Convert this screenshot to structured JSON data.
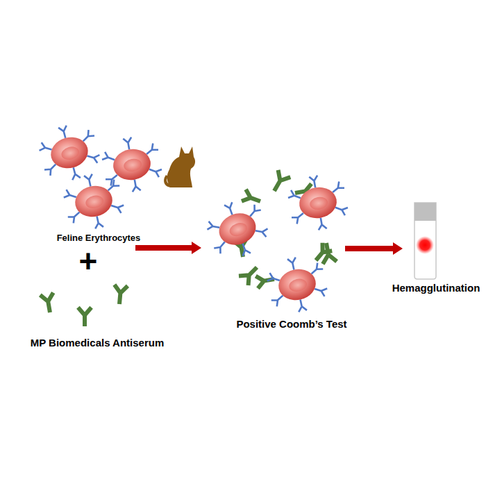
{
  "diagram": {
    "labels": [
      "Feline Erythrocytes",
      "+",
      "MP Biomedicals Antiserum",
      "Positive Coomb’s Test",
      "Hemagglutination"
    ]
  }
}
